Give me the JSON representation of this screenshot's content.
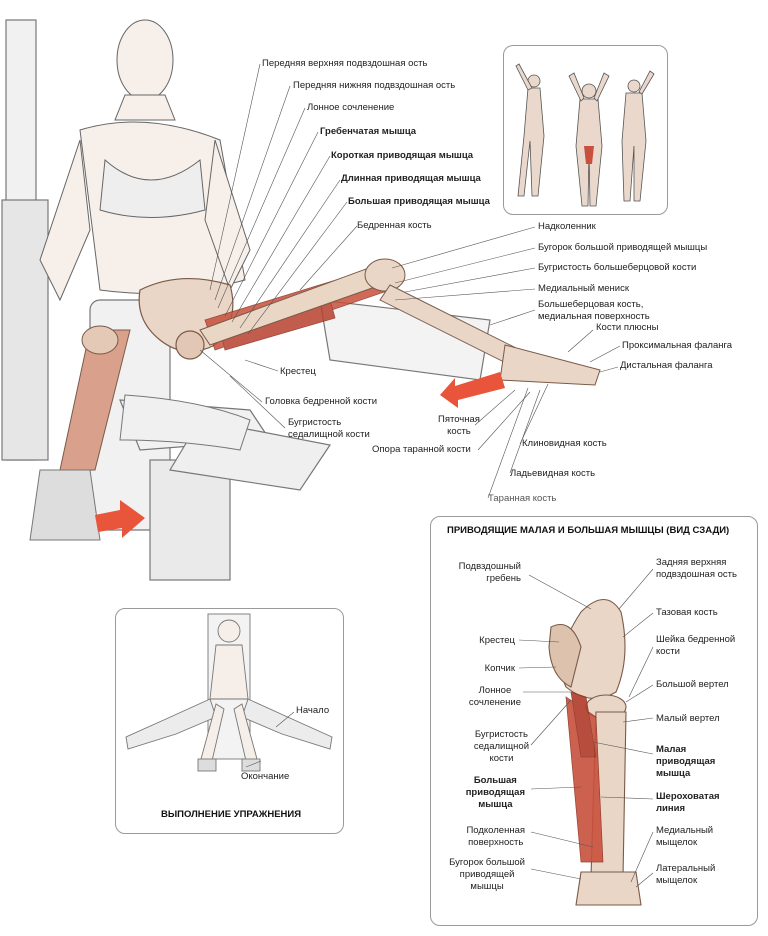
{
  "main": {
    "labels": {
      "asis": "Передняя верхняя подвздошная ость",
      "aiis": "Передняя нижняя подвздошная ость",
      "pubic_symphysis": "Лонное сочленение",
      "pectineus": "Гребенчатая мышца",
      "adductor_brevis": "Короткая приводящая мышца",
      "adductor_longus": "Длинная приводящая мышца",
      "adductor_magnus": "Большая приводящая мышца",
      "femur": "Бедренная кость",
      "patella": "Надколенник",
      "adductor_tubercle": "Бугорок большой приводящей мышцы",
      "tibial_tuberosity": "Бугристость большеберцовой кости",
      "medial_meniscus": "Медиальный мениск",
      "tibia_medial": "Большеберцовая кость,\nмедиальная поверхность",
      "metatarsals": "Кости плюсны",
      "proximal_phalanx": "Проксимальная фаланга",
      "distal_phalanx": "Дистальная фаланга",
      "sacrum": "Крестец",
      "femoral_head": "Головка бедренной кости",
      "ischial_tuberosity": "Бугристость\nседалищной кости",
      "calcaneus": "Пяточная\nкость",
      "sustentaculum_tali": "Опора таранной кости",
      "cuneiform": "Клиновидная кость",
      "navicular": "Ладьевидная кость",
      "talus": "Таранная кость"
    }
  },
  "rear_view": {
    "title": "ПРИВОДЯЩИЕ МАЛАЯ И БОЛЬШАЯ МЫШЦЫ (ВИД СЗАДИ)",
    "labels": {
      "iliac_crest": "Подвздошный\nгребень",
      "psis": "Задняя верхняя\nподвздошная ость",
      "hip_bone": "Тазовая кость",
      "sacrum": "Крестец",
      "femoral_neck": "Шейка бедренной\nкости",
      "coccyx": "Копчик",
      "greater_trochanter": "Большой вертел",
      "pubic_symphysis": "Лонное\nсочленение",
      "lesser_trochanter": "Малый вертел",
      "ischial_tuberosity": "Бугристость\nседалищной\nкости",
      "adductor_minimus": "Малая\nприводящая\nмышца",
      "adductor_magnus": "Большая\nприводящая\nмышца",
      "linea_aspera": "Шероховатая\nлиния",
      "popliteal_surface": "Подколенная\nповерхность",
      "medial_condyle": "Медиальный\nмыщелок",
      "adductor_tubercle": "Бугорок большой\nприводящей\nмышцы",
      "lateral_condyle": "Латеральный\nмыщелок"
    }
  },
  "exercise": {
    "title": "ВЫПОЛНЕНИЕ УПРАЖНЕНИЯ",
    "start": "Начало",
    "finish": "Окончание"
  },
  "colors": {
    "muscle_red": "#c8503c",
    "arrow_red": "#e8553a",
    "bone": "#e9d6c6",
    "line": "#555555"
  }
}
